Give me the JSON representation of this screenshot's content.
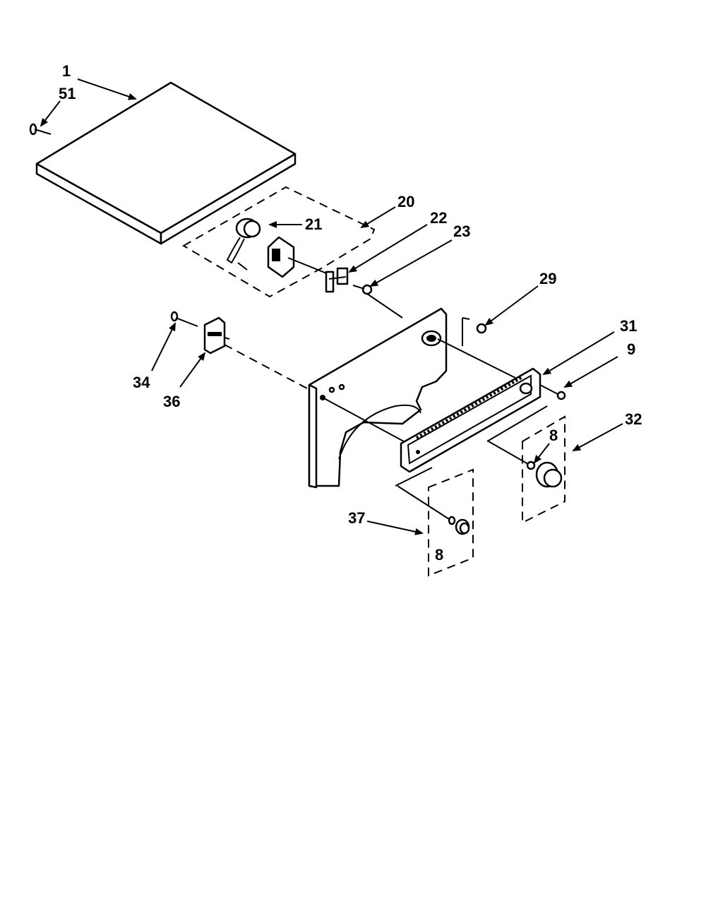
{
  "callouts": [
    "1",
    "51",
    "20",
    "21",
    "22",
    "23",
    "29",
    "31",
    "9",
    "34",
    "36",
    "32",
    "8",
    "37",
    "8"
  ],
  "colors": {
    "line": "#000000",
    "background": "#ffffff"
  }
}
